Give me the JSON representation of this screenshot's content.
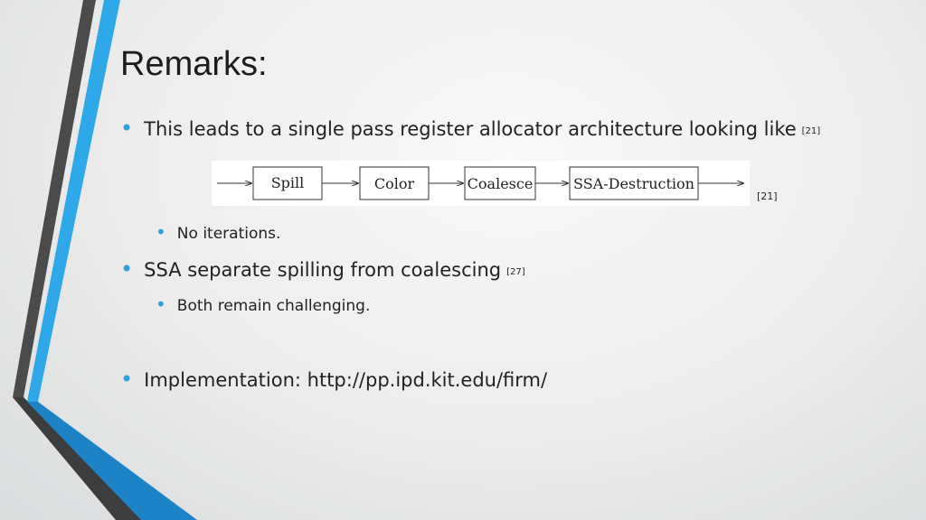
{
  "slide": {
    "title": "Remarks:",
    "bullets": [
      {
        "text": "This leads to a single pass register allocator architecture looking like",
        "cite": "[21]"
      },
      {
        "text": "No iterations."
      },
      {
        "text": "SSA separate spilling from coalescing",
        "cite": "[27]"
      },
      {
        "text": "Both remain challenging."
      },
      {
        "text": "Implementation: http://pp.ipd.kit.edu/firm/"
      }
    ],
    "diagram": {
      "boxes": [
        "Spill",
        "Color",
        "Coalesce",
        "SSA-Destruction"
      ],
      "cite": "[21]"
    }
  },
  "colors": {
    "accent": "#2e9fe0",
    "dark_stripe": "#4a4a4a",
    "blue_stripe": "#2ea8e8"
  }
}
